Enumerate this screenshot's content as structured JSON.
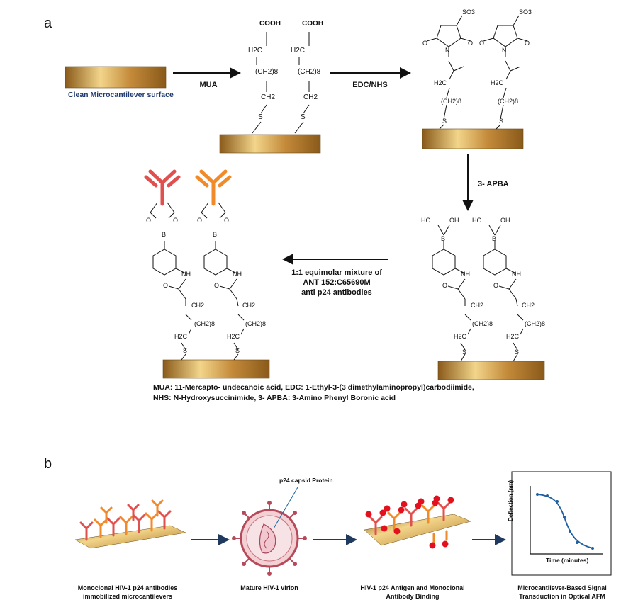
{
  "panel_a": {
    "letter": "a",
    "surface_label": "Clean Microcantilever surface",
    "step1": "MUA",
    "step2": "EDC/NHS",
    "step3": "3- APBA",
    "step4_lines": [
      "1:1 equimolar mixture of",
      "ANT 152:C65690M",
      "anti p24 antibodies"
    ],
    "legend_lines": [
      "MUA: 11-Mercapto- undecanoic acid, EDC: 1-Ethyl-3-(3 dimethylaminopropyl)carbodiimide,",
      "NHS: N-Hydroxysuccinimide, 3- APBA: 3-Amino Phenyl Boronic acid"
    ],
    "chem": {
      "cooh": "COOH",
      "so3": "SO3",
      "h2c": "H2C",
      "ch2": "CH2",
      "ch2_8": "(CH2)8",
      "s": "S",
      "o": "O",
      "n": "N",
      "b": "B",
      "ho": "HO",
      "oh": "OH",
      "nh": "NH"
    },
    "colors": {
      "antibody_red": "#e0504e",
      "antibody_orange": "#f08a2a",
      "gold_dark": "#8a5a1a",
      "gold_light": "#f2d58a"
    }
  },
  "panel_b": {
    "letter": "b",
    "virion_label": "p24 capsid Protein",
    "captions": [
      [
        "Monoclonal HIV-1 p24 antibodies",
        "immobilized microcantilevers"
      ],
      [
        "Mature HIV-1 virion"
      ],
      [
        "HIV-1 p24 Antigen and Monoclonal",
        "Antibody Binding"
      ],
      [
        "Microcantilever-Based Signal",
        "Transduction in Optical AFM"
      ]
    ],
    "plot": {
      "ylabel": "Deflection (nm)",
      "xlabel": "Time (minutes)"
    }
  }
}
